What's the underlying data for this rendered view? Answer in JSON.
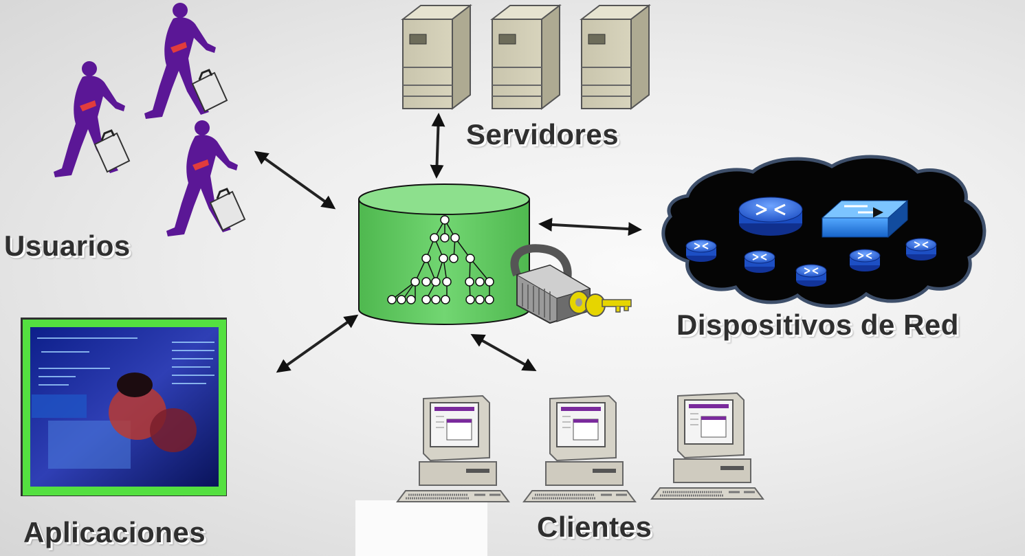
{
  "labels": {
    "servers": "Servidores",
    "users": "Usuarios",
    "network": "Dispositivos de Red",
    "applications": "Aplicaciones",
    "clients": "Clientes"
  },
  "colors": {
    "directory": "#66cc66",
    "person": "#5b1796",
    "cloud": "#000000",
    "router": "#2a66d8",
    "server": "#d0ccb4",
    "lock": "#a9a9a9",
    "key": "#e0d000"
  },
  "icons": [
    "person-icon",
    "briefcase-icon",
    "server-icon",
    "directory-tree-icon",
    "padlock-icon",
    "key-icon",
    "router-icon",
    "switch-icon",
    "cloud-icon",
    "computer-icon",
    "keyboard-icon",
    "arrow-icon"
  ]
}
